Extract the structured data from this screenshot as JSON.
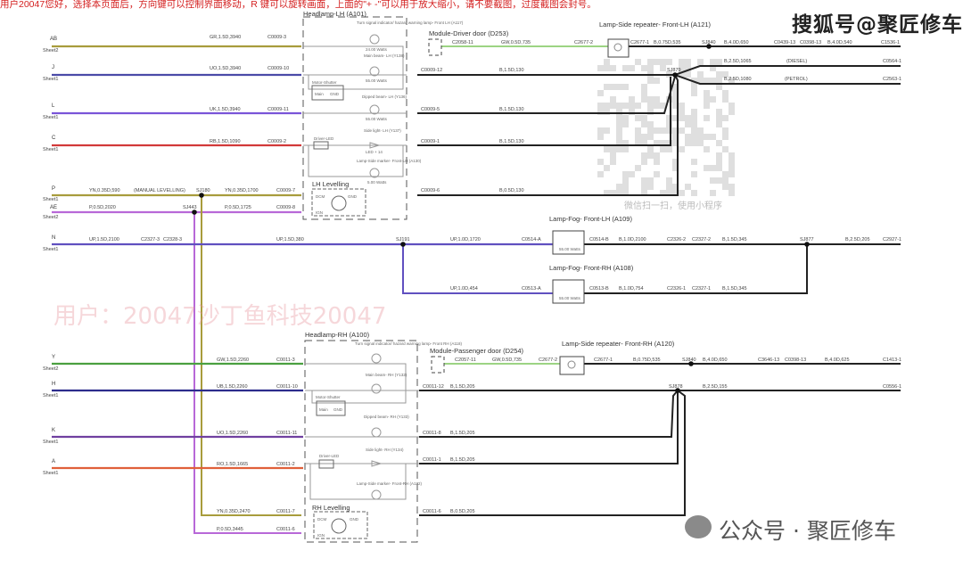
{
  "banner": "用户20047您好，选择本页面后，方向键可以控制界面移动，R 键可以旋转画面，上面的\"+ -\"可以用于放大缩小，请不要截图，过度截图会封号。",
  "watermarks": {
    "top": "搜狐号@聚匠修车",
    "bottom": "公众号 · 聚匠修车",
    "pink": "用户：20047沙丁鱼科技20047",
    "qr_caption": "微信扫一扫，使用小程序"
  },
  "colors": {
    "olive": "#a89c3c",
    "blue": "#4a4aa8",
    "purple": "#7a55d8",
    "red": "#d23a3a",
    "violet": "#b868d8",
    "green": "#7cc65a",
    "darkblue": "#2c2c8c",
    "orange": "#e0603a",
    "ground": "#222222"
  },
  "sheets": {
    "sheet1": "Sheet1",
    "sheet2": "Sheet2"
  },
  "pins": {
    "AB": "AB",
    "J": "J",
    "L": "L",
    "C": "C",
    "P": "P",
    "AE": "AE",
    "N": "N",
    "Y": "Y",
    "H": "H",
    "K": "K",
    "A": "A"
  },
  "components": {
    "headlamp_lh": "Headlamp-LH (A101)",
    "headlamp_rh": "Headlamp-RH (A100)",
    "turn_lh": "Turn signal indicator/ hazard warning lamp- Front LH (A117)",
    "main_lh": "Main beam- LH (Y138)",
    "dipped_lh": "Dipped beam- LH (Y136)",
    "side_lh": "Side light- LH (Y137)",
    "marker_lh": "Lamp-Side marker- Front-LH (A130)",
    "turn_rh": "Turn signal indicator/ hazard warning lamp- Front RH (A118)",
    "main_rh": "Main beam- RH (Y132)",
    "dipped_rh": "Dipped beam- RH (Y133)",
    "side_rh": "Side light- RH (Y134)",
    "marker_rh": "Lamp-Side marker- Front-RH (A132)",
    "motor_shutter": "Motor-Shutter",
    "main": "Main",
    "gnd": "GND",
    "driver_led": "Driver-LED",
    "lh_levelling": "LH Levelling",
    "rh_levelling": "RH Levelling",
    "dcm": "DCM",
    "ign": "IGN",
    "driver_door": "Module-Driver door (D253)",
    "passenger_door": "Module-Passenger door (D254)",
    "repeater_lh": "Lamp-Side repeater- Front-LH (A121)",
    "repeater_rh": "Lamp-Side repeater- Front-RH (A120)",
    "fog_lh": "Lamp-Fog- Front-LH (A109)",
    "fog_rh": "Lamp-Fog- Front-RH (A108)",
    "watts_24": "24.00 Watts",
    "watts_55": "55.00 Watts",
    "watts_5": "5.00 Watts",
    "led": "LED + 14"
  },
  "wires": {
    "ab": "GR,1.5D,3940",
    "j": "UO,1.5D,3940",
    "l": "UK,1.5D,3940",
    "c": "RB,1.5D,1090",
    "p1": "YN,0.35D,590",
    "manual": "(MANUAL LEVELLING)",
    "p2": "YN,0.35D,1700",
    "ae1": "P,0.5D,2020",
    "ae2": "P,0.5D,1725",
    "lh_out_12": "B,1.5D,130",
    "lh_out_5": "B,1.5D,130",
    "lh_out_1": "B,1.5D,130",
    "lh_out_6": "B,0.5D,130",
    "gw_lh": "GW,0.5D,735",
    "rep_lh": "B,0.75D,535",
    "sj840_lh": "B,4.0D,650",
    "c1536": "B,4.0D,540",
    "diesel": "B,2.5D,1065",
    "diesel_tag": "(DIESEL)",
    "petrol": "B,2.5D,1080",
    "petrol_tag": "(PETROL)",
    "n1": "UP,1.5D,2100",
    "n2": "UP,1.5D,380",
    "n3": "UP,1.0D,1720",
    "n4": "UP,1.0D,454",
    "fog_lh_out": "B,1.0D,2100",
    "fog_lh_out2": "B,1.5D,345",
    "fog_rh_out": "B,1.0D,754",
    "fog_rh_out2": "B,1.5D,345",
    "c2927": "B,2.5D,205",
    "y": "GW,1.5D,2260",
    "h": "UB,1.5D,2260",
    "k": "UO,1.5D,2260",
    "a": "RO,1.5D,1665",
    "yn_rh": "YN,0.35D,2470",
    "p_rh": "P,0.5D,3445",
    "rh_out_12": "B,1.5D,205",
    "rh_out_8": "B,1.5D,205",
    "rh_out_1": "B,1.5D,205",
    "rh_out_6": "B,0.5D,205",
    "gw_rh": "GW,0.5D,735",
    "rep_rh": "B,0.75D,535",
    "sj840_rh": "B,4.0D,650",
    "c1413": "B,4.0D,625",
    "c0556": "B,2.5D,155"
  },
  "connectors": {
    "c0009_3": "C0009-3",
    "c0009_10": "C0009-10",
    "c0009_11": "C0009-11",
    "c0009_2": "C0009-2",
    "c0009_7": "C0009-7",
    "c0009_8": "C0009-8",
    "c0009_12": "C0009-12",
    "c0009_5": "C0009-5",
    "c0009_1": "C0009-1",
    "c0009_6": "C0009-6",
    "c2058_11": "C2058-11",
    "c2677_2": "C2677-2",
    "c2677_1": "C2677-1",
    "c0439_13": "C0439-13",
    "c0398_13": "C0398-13",
    "c1536_1": "C1536-1",
    "c0564_1": "C0564-1",
    "c2563_1": "C2563-1",
    "c2327_3": "C2327-3",
    "c2328_3": "C2328-3",
    "c0514_a": "C0514-A",
    "c0514_b": "C0514-B",
    "c2326_2": "C2326-2",
    "c2327_2": "C2327-2",
    "c2927_1": "C2927-1",
    "c0513_a": "C0513-A",
    "c0513_b": "C0513-B",
    "c2326_1": "C2326-1",
    "c2327_1": "C2327-1",
    "c0011_3": "C0011-3",
    "c0011_10": "C0011-10",
    "c0011_11": "C0011-11",
    "c0011_2": "C0011-2",
    "c0011_7": "C0011-7",
    "c0011_6": "C0011-6",
    "c0011_12": "C0011-12",
    "c0011_8": "C0011-8",
    "c0011_1": "C0011-1",
    "c0011_6r": "C0011-6",
    "c2057_11": "C2057-11",
    "c2677_2r": "C2677-2",
    "c2677_1r": "C2677-1",
    "c3646_13": "C3646-13",
    "c0398_13r": "C0398-13",
    "c1413_1": "C1413-1",
    "c0556_1": "C0556-1"
  },
  "splices": {
    "sj180": "SJ180",
    "sj443": "SJ443",
    "sj879": "SJ879",
    "sj840": "SJ840",
    "sj191": "SJ191",
    "sj877": "SJ877",
    "sj878": "SJ878",
    "sj840r": "SJ840"
  }
}
